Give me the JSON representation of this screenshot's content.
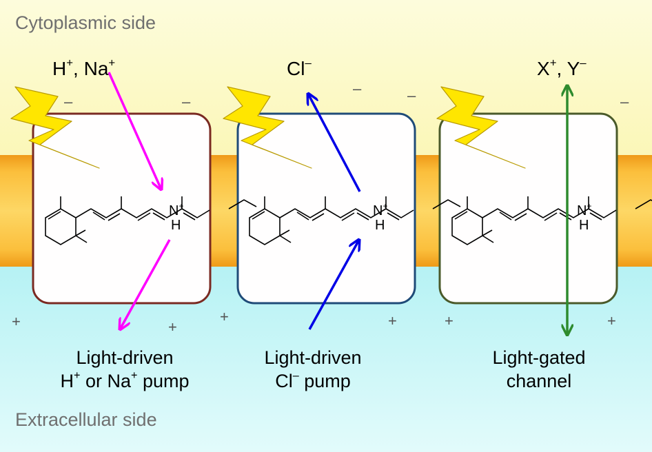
{
  "cytoplasmic_label": "Cytoplasmic side",
  "extracellular_label": "Extracellular side",
  "pumps": [
    {
      "ion_base1": "H",
      "ion_sup1": "+",
      "ion_sep": ", ",
      "ion_base2": "Na",
      "ion_sup2": "+",
      "caption_line1": "Light-driven",
      "caption_line2_a": "H",
      "caption_line2_sup_a": "+",
      "caption_line2_mid": " or Na",
      "caption_line2_sup_b": "+",
      "caption_line2_end": " pump",
      "arrow_color": "#ff00ff",
      "frame_color": "#7a2a22"
    },
    {
      "ion_base1": "Cl",
      "ion_sup1": "–",
      "caption_line1": "Light-driven",
      "caption_line2_a": "Cl",
      "caption_line2_sup_a": "–",
      "caption_line2_end": " pump",
      "arrow_color": "#0000e6",
      "frame_color": "#1f4b78"
    },
    {
      "ion_base1": "X",
      "ion_sup1": "+",
      "ion_sep": ", ",
      "ion_base2": "Y",
      "ion_sup2": "–",
      "caption_line1": "Light-gated",
      "caption_line2_end": "channel",
      "arrow_color": "#2e8b2e",
      "frame_color": "#4a5a2a"
    }
  ],
  "retinal": {
    "atom_n": "N",
    "atom_n_charge": "+",
    "atom_h": "H"
  },
  "charges": {
    "minus": "–",
    "plus": "+"
  },
  "colors": {
    "cytoplasm_bg": "#fdfbd2",
    "extracellular_bg": "#c3f6f7",
    "membrane_center": "#fbc23a",
    "membrane_edge": "#e8860f",
    "lightning": "#ffe600"
  }
}
